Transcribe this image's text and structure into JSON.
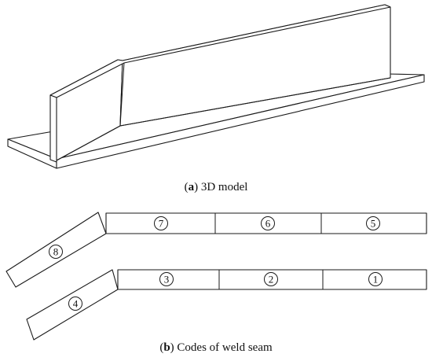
{
  "captions": {
    "a": {
      "letter": "a",
      "text": " 3D model"
    },
    "b": {
      "letter": "b",
      "text": " Codes of weld seam"
    }
  },
  "weld_seam": {
    "upper_codes": [
      "7",
      "6",
      "5"
    ],
    "upper_slanted_code": "8",
    "lower_codes": [
      "3",
      "2",
      "1"
    ],
    "lower_slanted_code": "4"
  },
  "colors": {
    "stroke": "#1a1a1a",
    "background": "#ffffff"
  }
}
